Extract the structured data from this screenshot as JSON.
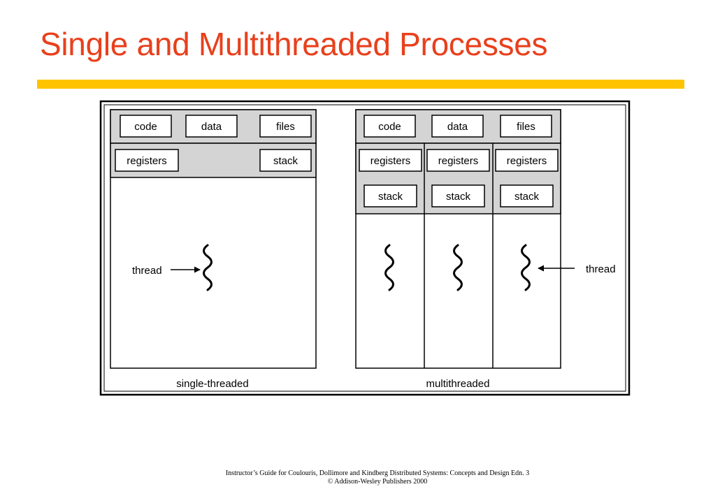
{
  "title": "Single and Multithreaded Processes",
  "diagram": {
    "single": {
      "code": "code",
      "data": "data",
      "files": "files",
      "registers": "registers",
      "stack": "stack",
      "thread_label": "thread",
      "caption": "single-threaded"
    },
    "multi": {
      "code": "code",
      "data": "data",
      "files": "files",
      "threads": [
        {
          "registers": "registers",
          "stack": "stack"
        },
        {
          "registers": "registers",
          "stack": "stack"
        },
        {
          "registers": "registers",
          "stack": "stack"
        }
      ],
      "thread_label": "thread",
      "caption": "multithreaded"
    }
  },
  "footer": {
    "line1": "Instructor’s Guide for  Coulouris, Dollimore and Kindberg  Distributed Systems: Concepts and Design   Edn. 3",
    "line2": "© Addison-Wesley Publishers 2000"
  },
  "colors": {
    "title": "#e8401c",
    "title_bar": "#ffc400",
    "panel_gray": "#d4d4d4"
  }
}
